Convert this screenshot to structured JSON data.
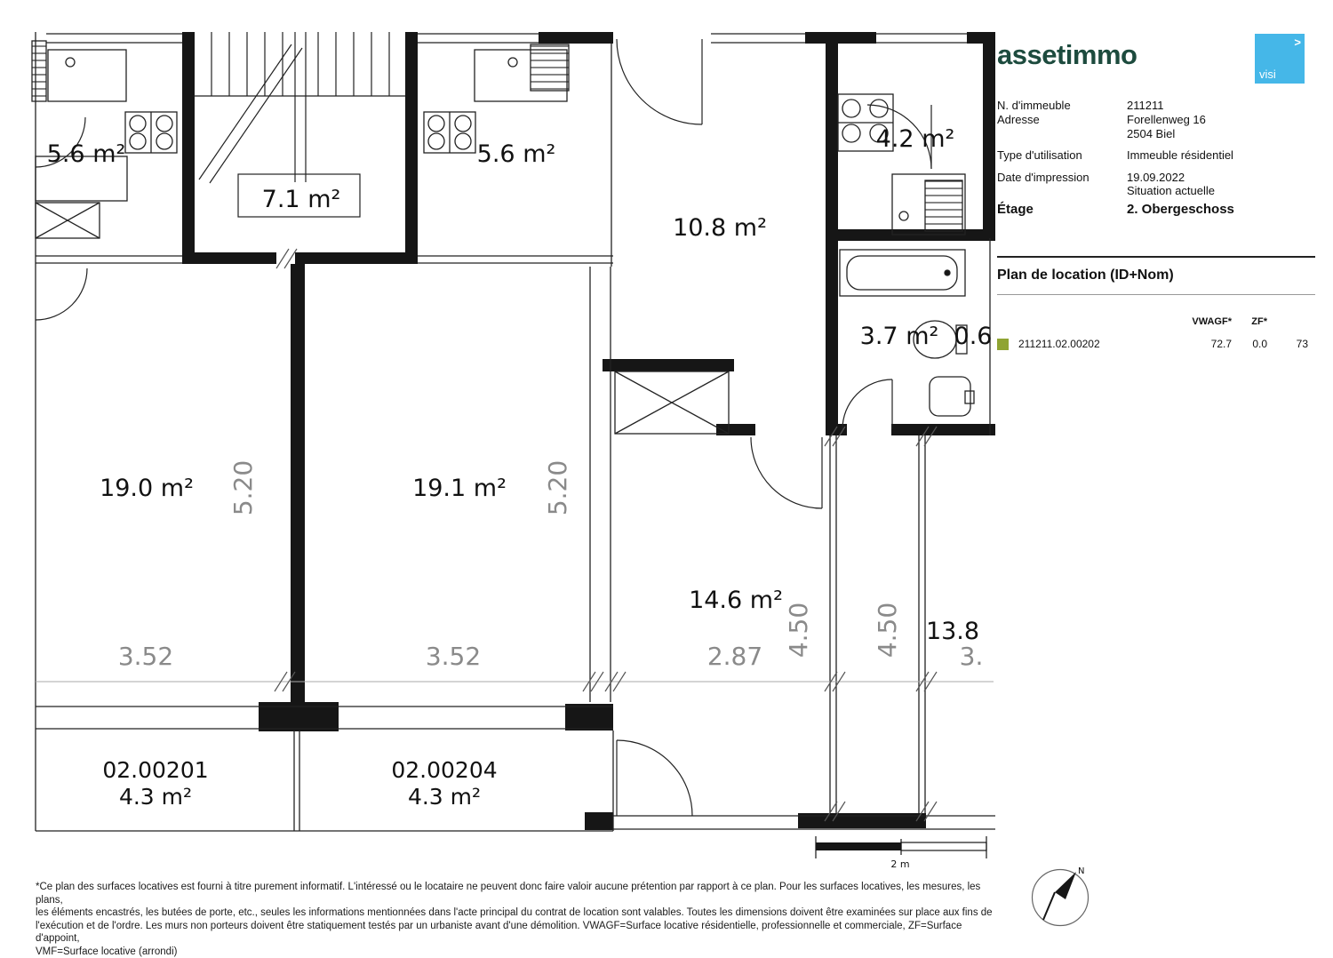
{
  "colors": {
    "logo_green": "#1d4b3e",
    "badge_blue": "#45b7e8",
    "marker_green": "#8fa433"
  },
  "plan": {
    "rooms": {
      "kitchen_left": "5.6 m²",
      "stairwell": "7.1 m²",
      "kitchen_mid": "5.6 m²",
      "room_top": "10.8 m²",
      "kitchen_right": "4.2 m²",
      "bathroom": "3.7 m²",
      "bathroom_small": "0.6",
      "room_left": "19.0 m²",
      "room_mid": "19.1 m²",
      "room_right": "14.6 m²",
      "room_clipped": "13.8"
    },
    "balconies": [
      {
        "id": "02.00201",
        "area": "4.3 m²"
      },
      {
        "id": "02.00204",
        "area": "4.3 m²"
      }
    ],
    "dimensions": {
      "d1": "5.20",
      "d2": "5.20",
      "d3": "3.52",
      "d4": "3.52",
      "d5": "2.87",
      "d6": "4.50",
      "d7": "4.50",
      "d8": "3."
    },
    "scale_label": "2 m",
    "compass_label": "N"
  },
  "panel": {
    "logo_text": "assetimmo",
    "badge": {
      "arrow": ">",
      "label": "visi"
    },
    "info_rows": [
      {
        "label": "N. d'immeuble",
        "value": "211211"
      },
      {
        "label": "Adresse",
        "value": "Forellenweg 16"
      },
      {
        "label": "",
        "value": "2504 Biel"
      },
      {
        "label": "Type d'utilisation",
        "value": "Immeuble résidentiel"
      },
      {
        "label": "Date d'impression",
        "value": "19.09.2022"
      },
      {
        "label": "",
        "value": "Situation actuelle"
      },
      {
        "label": "Étage",
        "value": "2. Obergeschoss"
      }
    ],
    "section_title": "Plan de location (ID+Nom)",
    "table": {
      "headers": {
        "vwagf": "VWAGF*",
        "zf": "ZF*"
      },
      "row": {
        "id": "211211.02.00202",
        "vwagf": "72.7",
        "zf": "0.0",
        "third": "73"
      }
    }
  },
  "footnote": [
    "*Ce plan des surfaces locatives est fourni à titre purement informatif. L'intéressé ou le locataire ne peuvent donc faire valoir aucune prétention par rapport à ce plan. Pour les surfaces locatives, les mesures, les plans,",
    "les éléments encastrés, les butées de porte, etc., seules les informations mentionnées dans l'acte principal du contrat de location sont valables. Toutes les dimensions doivent être examinées sur place aux fins de",
    "l'exécution et de l'ordre. Les murs non porteurs doivent être statiquement testés par un urbaniste avant d'une démolition. VWAGF=Surface locative résidentielle, professionnelle et commerciale, ZF=Surface d'appoint,",
    "VMF=Surface locative (arrondi)"
  ]
}
